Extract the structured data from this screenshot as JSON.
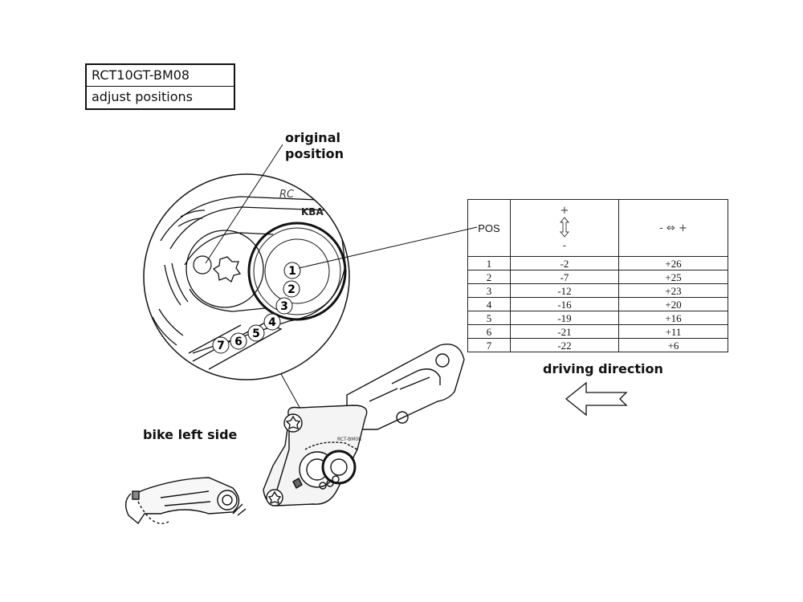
{
  "title_box": {
    "part_number": "RCT10GT-BM08",
    "subtitle": "adjust positions"
  },
  "labels": {
    "original_line1": "original",
    "original_line2": "position",
    "bike_side": "bike left side",
    "driving_direction": "driving direction"
  },
  "detail_text": {
    "logo1": "RC",
    "logo2": "KBA",
    "plate_logo": "RCT-BM08"
  },
  "position_numbers": [
    "1",
    "2",
    "3",
    "4",
    "5",
    "6",
    "7"
  ],
  "table": {
    "header_pos": "POS",
    "vertical_symbol_top": "+",
    "vertical_symbol_bottom": "-",
    "horizontal_symbol": "- ⇔ +",
    "rows": [
      {
        "pos": "1",
        "vertical": "-2",
        "horizontal": "+26"
      },
      {
        "pos": "2",
        "vertical": "-7",
        "horizontal": "+25"
      },
      {
        "pos": "3",
        "vertical": "-12",
        "horizontal": "+23"
      },
      {
        "pos": "4",
        "vertical": "-16",
        "horizontal": "+20"
      },
      {
        "pos": "5",
        "vertical": "-19",
        "horizontal": "+16"
      },
      {
        "pos": "6",
        "vertical": "-21",
        "horizontal": "+11"
      },
      {
        "pos": "7",
        "vertical": "-22",
        "horizontal": "+6"
      }
    ]
  },
  "icons": [
    "arrow-left-icon",
    "up-down-arrow-icon",
    "left-right-arrow-icon"
  ]
}
